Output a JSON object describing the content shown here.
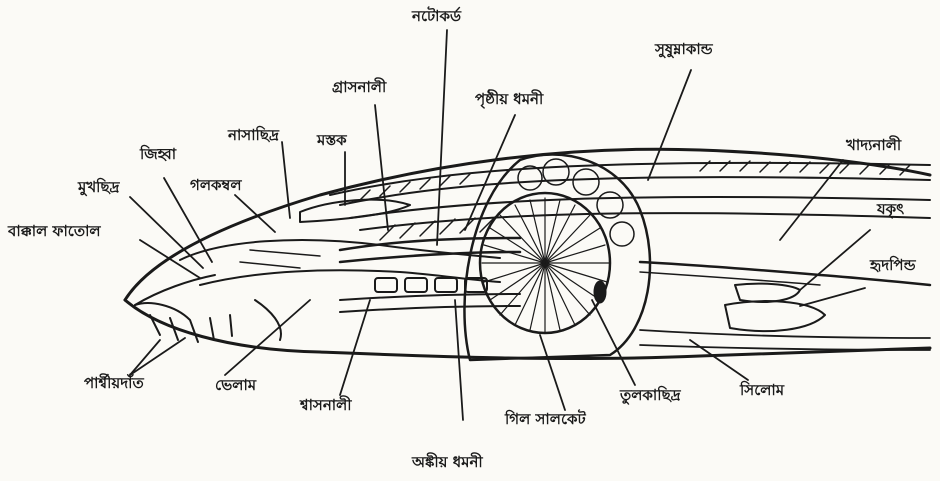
{
  "colors": {
    "ink": "#1a1a1a",
    "paper": "#fbfaf6"
  },
  "labels": {
    "notochord": "নটোকর্ড",
    "nerve_cord": "সুষুম্নাকান্ড",
    "pharynx": "গ্রাসনালী",
    "dorsal_aorta": "পৃষ্ঠীয় ধমনী",
    "nostril": "নাসাছিদ্র",
    "brain": "মস্তক",
    "intestine": "খাদ্যনালী",
    "tongue": "জিহ্বা",
    "mouth": "মুখছিদ্র",
    "buccal_funnel": "গলকম্বল",
    "liver": "যকৃৎ",
    "buccal_cavity": "বাক্কাল ফাতোল",
    "heart": "হৃদপিন্ড",
    "lateral_teeth": "পার্শ্বীয়দাঁত",
    "velum": "ভেলাম",
    "trachea": "শ্বাসনালী",
    "gill_pouch": "গিল সালকেট",
    "atrial_opening": "তুলকাছিদ্র",
    "coelom": "সিলোম",
    "ventral_aorta": "অঙ্কীয় ধমনী"
  }
}
